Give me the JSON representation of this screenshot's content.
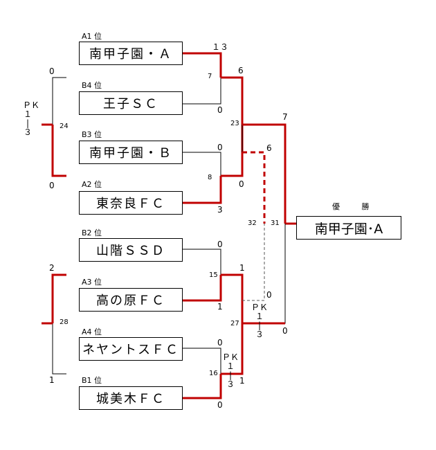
{
  "teams": [
    {
      "seed": "A1 位",
      "name": "南甲子園・Ａ"
    },
    {
      "seed": "B4 位",
      "name": "王子ＳＣ"
    },
    {
      "seed": "B3 位",
      "name": "南甲子園・Ｂ"
    },
    {
      "seed": "A2 位",
      "name": "東奈良ＦＣ"
    },
    {
      "seed": "B2 位",
      "name": "山階ＳＳＤ"
    },
    {
      "seed": "A3 位",
      "name": "高の原ＦＣ"
    },
    {
      "seed": "A4 位",
      "name": "ネヤントスＦＣ"
    },
    {
      "seed": "B1 位",
      "name": "城美木ＦＣ"
    }
  ],
  "champion": {
    "title": "優 勝",
    "name": "南甲子園･A"
  },
  "match_numbers": {
    "m7": "7",
    "m8": "8",
    "m15": "15",
    "m16": "16",
    "m23": "23",
    "m27": "27",
    "m24": "24",
    "m28": "28",
    "m31": "31",
    "m32": "32"
  },
  "scores": {
    "a1": "１３",
    "b4": "0",
    "b3": "0",
    "a2": "3",
    "b2": "0",
    "a3": "1",
    "a4": "0",
    "b1": "0",
    "m7_win": "6",
    "m8_loss": "0",
    "m15_win": "1",
    "m16_win": "1",
    "m23_win": "7",
    "m27_loss": "0",
    "m24_top": "0",
    "m24_bot": "0",
    "m28_top": "2",
    "m28_bot": "1",
    "m32_top": "6",
    "m32_bot": "0"
  },
  "pk_labels": {
    "left": [
      "Ｐ",
      "Ｋ",
      "１",
      "|",
      "３"
    ],
    "mid27": [
      "ＰＫ",
      "１",
      "|",
      "３"
    ],
    "mid16": [
      "ＰＫ",
      "１",
      "|",
      "３"
    ]
  },
  "colors": {
    "win": "#c00000",
    "line": "#000000",
    "dashed": "#555555"
  }
}
